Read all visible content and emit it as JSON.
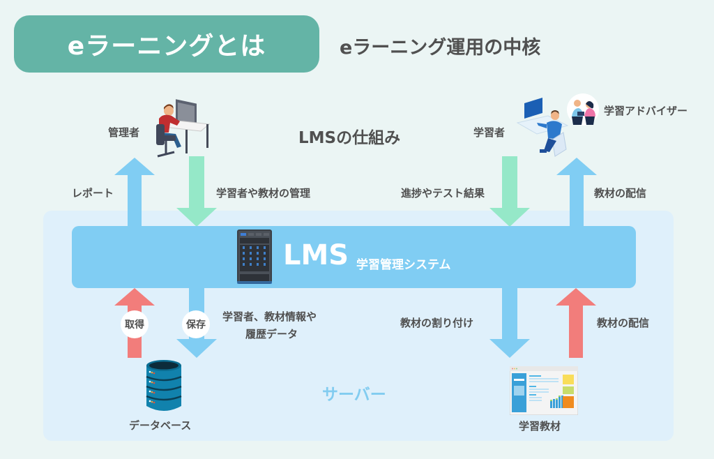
{
  "header": {
    "title": "eラーニングとは",
    "subtitle": "eラーニング運用の中核"
  },
  "diagram": {
    "heading": "LMSの仕組み",
    "actors": {
      "admin": "管理者",
      "learner": "学習者",
      "advisor": "学習アドバイザー"
    },
    "lms": {
      "name": "LMS",
      "description": "学習管理システム"
    },
    "server_zone_label": "サーバー",
    "nodes": {
      "database": "データベース",
      "materials": "学習教材"
    },
    "flows": {
      "report": "レポート",
      "admin_manage": "学習者や教材の管理",
      "progress": "進捗やテスト結果",
      "delivery_top": "教材の配信",
      "fetch": "取得",
      "store": "保存",
      "store_desc_line1": "学習者、教材情報や",
      "store_desc_line2": "履歴データ",
      "assign": "教材の割り付け",
      "delivery_bottom": "教材の配信"
    },
    "colors": {
      "accent_teal": "#64b4a6",
      "arrow_blue": "#80cdf3",
      "arrow_green": "#95e8c8",
      "arrow_red": "#f27d7b",
      "server_zone": "#dff0fb"
    }
  }
}
